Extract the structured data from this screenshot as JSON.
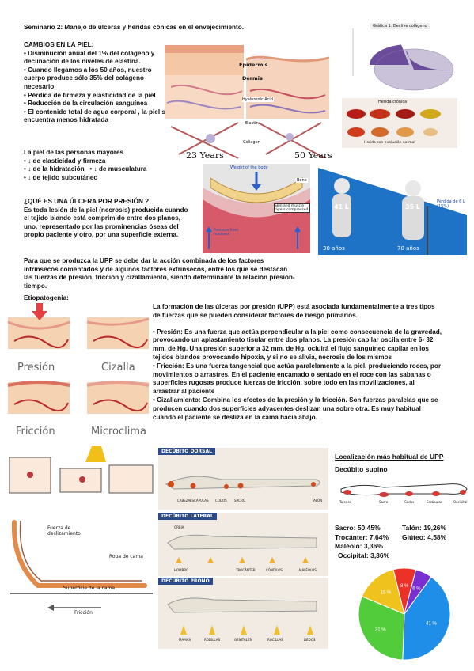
{
  "title": "Seminario 2: Manejo de úlceras y heridas cónicas en el envejecimiento.",
  "skin_changes": {
    "heading": "CAMBIOS EN LA PIEL:",
    "items": [
      "• Disminución anual del 1% del colágeno y declinación de los niveles de elastina.",
      "• Cuando llegamos a los 50 años, nuestro cuerpo produce sólo 35% del colágeno necesario",
      "• Pérdida de firmeza y elasticidad de la piel",
      "• Reducción de la circulación sanguínea",
      "• El contenido total de agua corporal , la piel se encuentra menos hidratada"
    ]
  },
  "elderly_skin": {
    "heading": "La piel de las personas mayores",
    "items": [
      "• ↓ de elasticidad y firmeza",
      "• ↓ de la hidratación",
      "• ↓ de musculatura",
      "• ↓ de tejido subcutáneo"
    ]
  },
  "ulcer": {
    "heading": "¿QUÉ ES UNA ÚLCERA POR PRESIÓN ?",
    "definition": "Es toda lesión de la piel (necrosis) producida cuando el tejido blando está comprimido entre dos planos, uno, representado por las prominencias óseas del propio paciente y otro, por una superficie externa.",
    "development": "Para que se produzca la UPP se debe dar la acción combinada de los factores intrínsecos comentados y de algunos factores extrínsecos, entre los que se destacan las fuerzas de presión, fricción y cizallamiento, siendo determinante la relación presión-tiempo."
  },
  "etiology": {
    "heading": "Etiopatogenia:",
    "intro": "La formación de las úlceras por presión (UPP) está asociada fundamentalmente a tres tipos de fuerzas que se pueden considerar factores de riesgo primarios.",
    "points": [
      "• Presión: Es una fuerza que actúa perpendicular a la piel como consecuencia de la gravedad, provocando un aplastamiento tisular entre dos planos. La presión capilar oscila entre 6- 32 mm. de Hg. Una presión superior a 32 mm. de Hg. ocluirá el flujo sanguíneo capilar en los tejidos blandos provocando hipoxia, y si no se alivia, necrosis de los mismos",
      "• Fricción: Es una fuerza tangencial que actúa paralelamente a la piel, produciendo roces, por movimientos o arrastres. En el paciente encamado o sentado en el roce con las sabanas o superficies rugosas produce fuerzas de fricción, sobre todo en las movilizaciones, al arrastrar al paciente",
      "• Cizallamiento: Combina los efectos de la presión y la fricción. Son fuerzas paralelas que se producen cuando dos superficies adyacentes deslizan una sobre otra. Es muy habitual cuando el paciente se desliza en la cama hacia abajo."
    ]
  },
  "location": {
    "heading": "Localización más habitual de UPP",
    "subheading": "Decúbito supino",
    "figure_labels": [
      "Talones",
      "Sacro",
      "Codos",
      "Escápulas",
      "Occipital"
    ],
    "stats_left": [
      "Sacro: 50,45%",
      "Trocánter: 7,64%",
      "Maléolo: 3,36%",
      "Occipital: 3,36%"
    ],
    "stats_right": [
      "Talón: 19,26%",
      "Glúteo: 4,58%"
    ]
  },
  "figures": {
    "skin_layers": {
      "labels": [
        "Epidermis",
        "Dermis",
        "Hyaluronic Acid",
        "Elastin",
        "Collagen"
      ],
      "ages": [
        "23 Years",
        "50 Years"
      ]
    },
    "collagen_chart": {
      "title": "Gráfica 1. Declive colágeno",
      "colors": {
        "slice": "#6b4c9a",
        "rest": "#c9c2d8"
      }
    },
    "wounds": {
      "top": "Herida crónica",
      "bottom": "Herida con evolución normal"
    },
    "pressure_section": {
      "labels": [
        "Weight of the body",
        "Bone",
        "Skin and muscle layers compressed",
        "Pressure from mattress"
      ]
    },
    "water": {
      "left_value": "41 L",
      "left_age": "30 años",
      "right_value": "35 L",
      "right_age": "70 años",
      "caption": "Pérdida de 6 L (15%)"
    },
    "etiology_images": [
      "Presión",
      "Cizalla",
      "Fricción",
      "Microclima"
    ],
    "shear_diagram": {
      "labels": [
        "Fuerza de deslizamiento",
        "Ropa de cama",
        "Superficie de la cama",
        "Fricción"
      ]
    },
    "positions": [
      {
        "title": "DECÚBITO DORSAL",
        "labels": [
          "CABEZA",
          "ESCÁPULAS",
          "CODOS",
          "SACRO",
          "TALÓN"
        ]
      },
      {
        "title": "DECÚBITO LATERAL",
        "labels": [
          "OREJA",
          "HOMBRO",
          "TROCÁNTER",
          "CÓNDILOS",
          "MALÉOLOS"
        ]
      },
      {
        "title": "DECÚBITO PRONO",
        "labels": [
          "MAMAS",
          "RODILLAS",
          "GENITALES",
          "ROCILLAS",
          "DEDOS"
        ]
      }
    ]
  },
  "chart_data": {
    "type": "pie",
    "title": "",
    "slices": [
      {
        "label": "41 %",
        "value": 41,
        "color": "#1e8ee8"
      },
      {
        "label": "31 %",
        "value": 31,
        "color": "#52cc3a"
      },
      {
        "label": "15 %",
        "value": 15,
        "color": "#f0c21e"
      },
      {
        "label": "8 %",
        "value": 8,
        "color": "#ec3228"
      },
      {
        "label": "6 %",
        "value": 6,
        "color": "#7a2fd0"
      }
    ]
  }
}
